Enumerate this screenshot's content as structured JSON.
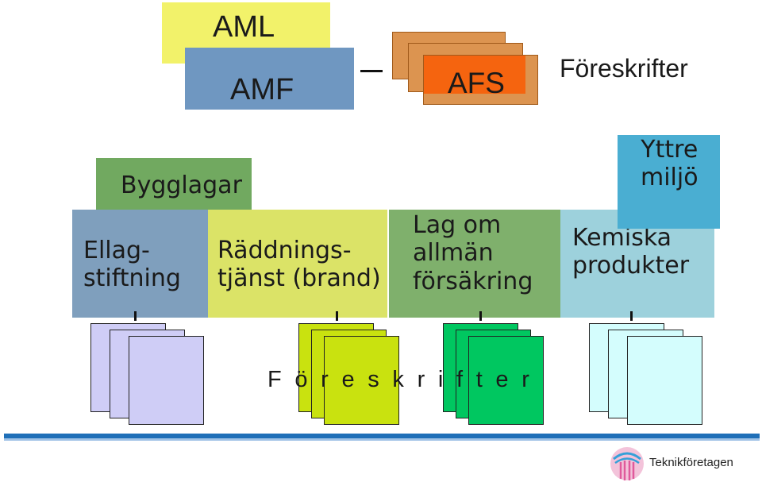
{
  "colors": {
    "aml": "#f2f26a",
    "amf": "#6f97c1",
    "afs_back": "#dc9450",
    "afs_front": "#f5640f",
    "bygglagar": "#71a960",
    "ellag": "#7f9fbd",
    "radd": "#dbe367",
    "lag": "#7fb06c",
    "kemiska": "#9dd1dc",
    "yttre": "#4aaed2",
    "sheets_blue": "#cfcdf6",
    "sheets_lime": "#c9e20f",
    "sheets_green": "#00c760",
    "sheets_cyan": "#d4fdfd",
    "bar": "#1f6fb8"
  },
  "top": {
    "aml": "AML",
    "amf": "AMF",
    "afs": "AFS",
    "foreskrifter": "Föreskrifter"
  },
  "areas": {
    "bygglagar": "Bygglagar",
    "ellag": "Ellag-\nstiftning",
    "radd": "Räddnings-\ntjänst (brand)",
    "lag": "Lag om\nallmän\nförsäkring",
    "kemiska": "Kemiska\nprodukter",
    "yttre": "Yttre\nmiljö"
  },
  "foreskrifter_spaced": "F ö r e s k r i f t e r",
  "logo": {
    "text": "Teknikföretagen",
    "icon": "teknikforetagen-logo-icon"
  }
}
